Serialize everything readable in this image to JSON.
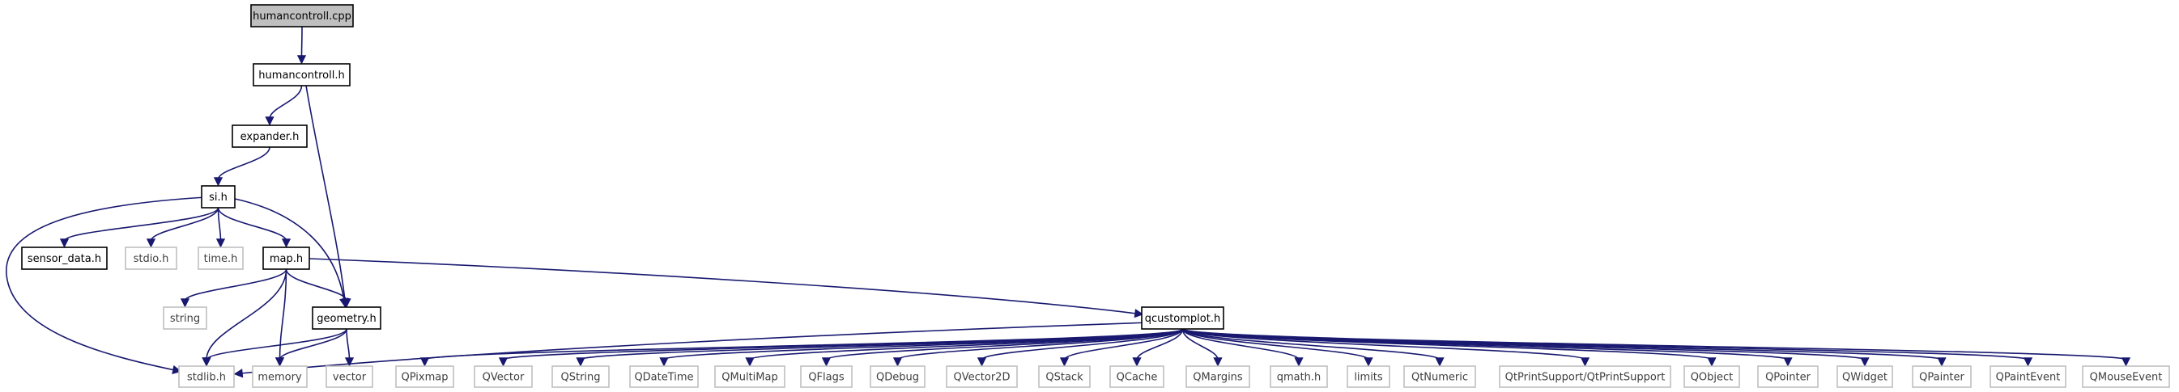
{
  "colors": {
    "background": "#ffffff",
    "edge": "#191970",
    "root_fill": "#bfbfbf",
    "local_border": "#000000",
    "external_border": "#bfbfbf",
    "external_text": "#3f3f3f",
    "text": "#000000"
  },
  "nodes": [
    {
      "id": "humancontroll_cpp",
      "label": "humancontroll.cpp",
      "kind": "root"
    },
    {
      "id": "humancontroll_h",
      "label": "humancontroll.h",
      "kind": "local"
    },
    {
      "id": "expander_h",
      "label": "expander.h",
      "kind": "local"
    },
    {
      "id": "si_h",
      "label": "si.h",
      "kind": "local"
    },
    {
      "id": "sensor_data_h",
      "label": "sensor_data.h",
      "kind": "local"
    },
    {
      "id": "stdio_h",
      "label": "stdio.h",
      "kind": "external"
    },
    {
      "id": "time_h",
      "label": "time.h",
      "kind": "external"
    },
    {
      "id": "map_h",
      "label": "map.h",
      "kind": "local"
    },
    {
      "id": "string",
      "label": "string",
      "kind": "external"
    },
    {
      "id": "geometry_h",
      "label": "geometry.h",
      "kind": "local"
    },
    {
      "id": "qcustomplot_h",
      "label": "qcustomplot.h",
      "kind": "local"
    },
    {
      "id": "stdlib_h",
      "label": "stdlib.h",
      "kind": "external"
    },
    {
      "id": "memory",
      "label": "memory",
      "kind": "external"
    },
    {
      "id": "vector",
      "label": "vector",
      "kind": "external"
    },
    {
      "id": "QPixmap",
      "label": "QPixmap",
      "kind": "external"
    },
    {
      "id": "QVector",
      "label": "QVector",
      "kind": "external"
    },
    {
      "id": "QString",
      "label": "QString",
      "kind": "external"
    },
    {
      "id": "QDateTime",
      "label": "QDateTime",
      "kind": "external"
    },
    {
      "id": "QMultiMap",
      "label": "QMultiMap",
      "kind": "external"
    },
    {
      "id": "QFlags",
      "label": "QFlags",
      "kind": "external"
    },
    {
      "id": "QDebug",
      "label": "QDebug",
      "kind": "external"
    },
    {
      "id": "QVector2D",
      "label": "QVector2D",
      "kind": "external"
    },
    {
      "id": "QStack",
      "label": "QStack",
      "kind": "external"
    },
    {
      "id": "QCache",
      "label": "QCache",
      "kind": "external"
    },
    {
      "id": "QMargins",
      "label": "QMargins",
      "kind": "external"
    },
    {
      "id": "qmath_h",
      "label": "qmath.h",
      "kind": "external"
    },
    {
      "id": "limits",
      "label": "limits",
      "kind": "external"
    },
    {
      "id": "QtNumeric",
      "label": "QtNumeric",
      "kind": "external"
    },
    {
      "id": "QtPrintSupport",
      "label": "QtPrintSupport/QtPrintSupport",
      "kind": "external"
    },
    {
      "id": "QObject",
      "label": "QObject",
      "kind": "external"
    },
    {
      "id": "QPointer",
      "label": "QPointer",
      "kind": "external"
    },
    {
      "id": "QWidget",
      "label": "QWidget",
      "kind": "external"
    },
    {
      "id": "QPainter",
      "label": "QPainter",
      "kind": "external"
    },
    {
      "id": "QPaintEvent",
      "label": "QPaintEvent",
      "kind": "external"
    },
    {
      "id": "QMouseEvent",
      "label": "QMouseEvent",
      "kind": "external"
    }
  ],
  "edges": [
    {
      "from": "humancontroll_cpp",
      "to": "humancontroll_h"
    },
    {
      "from": "humancontroll_h",
      "to": "expander_h"
    },
    {
      "from": "humancontroll_h",
      "to": "geometry_h"
    },
    {
      "from": "expander_h",
      "to": "si_h"
    },
    {
      "from": "si_h",
      "to": "sensor_data_h"
    },
    {
      "from": "si_h",
      "to": "stdio_h"
    },
    {
      "from": "si_h",
      "to": "time_h"
    },
    {
      "from": "si_h",
      "to": "map_h"
    },
    {
      "from": "si_h",
      "to": "geometry_h"
    },
    {
      "from": "si_h",
      "to": "stdlib_h"
    },
    {
      "from": "map_h",
      "to": "string"
    },
    {
      "from": "map_h",
      "to": "geometry_h"
    },
    {
      "from": "map_h",
      "to": "stdlib_h"
    },
    {
      "from": "map_h",
      "to": "memory"
    },
    {
      "from": "map_h",
      "to": "qcustomplot_h"
    },
    {
      "from": "geometry_h",
      "to": "stdlib_h"
    },
    {
      "from": "geometry_h",
      "to": "memory"
    },
    {
      "from": "geometry_h",
      "to": "vector"
    },
    {
      "from": "qcustomplot_h",
      "to": "stdlib_h"
    },
    {
      "from": "qcustomplot_h",
      "to": "QPixmap"
    },
    {
      "from": "qcustomplot_h",
      "to": "QVector"
    },
    {
      "from": "qcustomplot_h",
      "to": "QString"
    },
    {
      "from": "qcustomplot_h",
      "to": "QDateTime"
    },
    {
      "from": "qcustomplot_h",
      "to": "QMultiMap"
    },
    {
      "from": "qcustomplot_h",
      "to": "QFlags"
    },
    {
      "from": "qcustomplot_h",
      "to": "QDebug"
    },
    {
      "from": "qcustomplot_h",
      "to": "QVector2D"
    },
    {
      "from": "qcustomplot_h",
      "to": "QStack"
    },
    {
      "from": "qcustomplot_h",
      "to": "QCache"
    },
    {
      "from": "qcustomplot_h",
      "to": "QMargins"
    },
    {
      "from": "qcustomplot_h",
      "to": "qmath_h"
    },
    {
      "from": "qcustomplot_h",
      "to": "limits"
    },
    {
      "from": "qcustomplot_h",
      "to": "QtNumeric"
    },
    {
      "from": "qcustomplot_h",
      "to": "QtPrintSupport"
    },
    {
      "from": "qcustomplot_h",
      "to": "QObject"
    },
    {
      "from": "qcustomplot_h",
      "to": "QPointer"
    },
    {
      "from": "qcustomplot_h",
      "to": "QWidget"
    },
    {
      "from": "qcustomplot_h",
      "to": "QPainter"
    },
    {
      "from": "qcustomplot_h",
      "to": "QPaintEvent"
    },
    {
      "from": "qcustomplot_h",
      "to": "QMouseEvent"
    }
  ]
}
